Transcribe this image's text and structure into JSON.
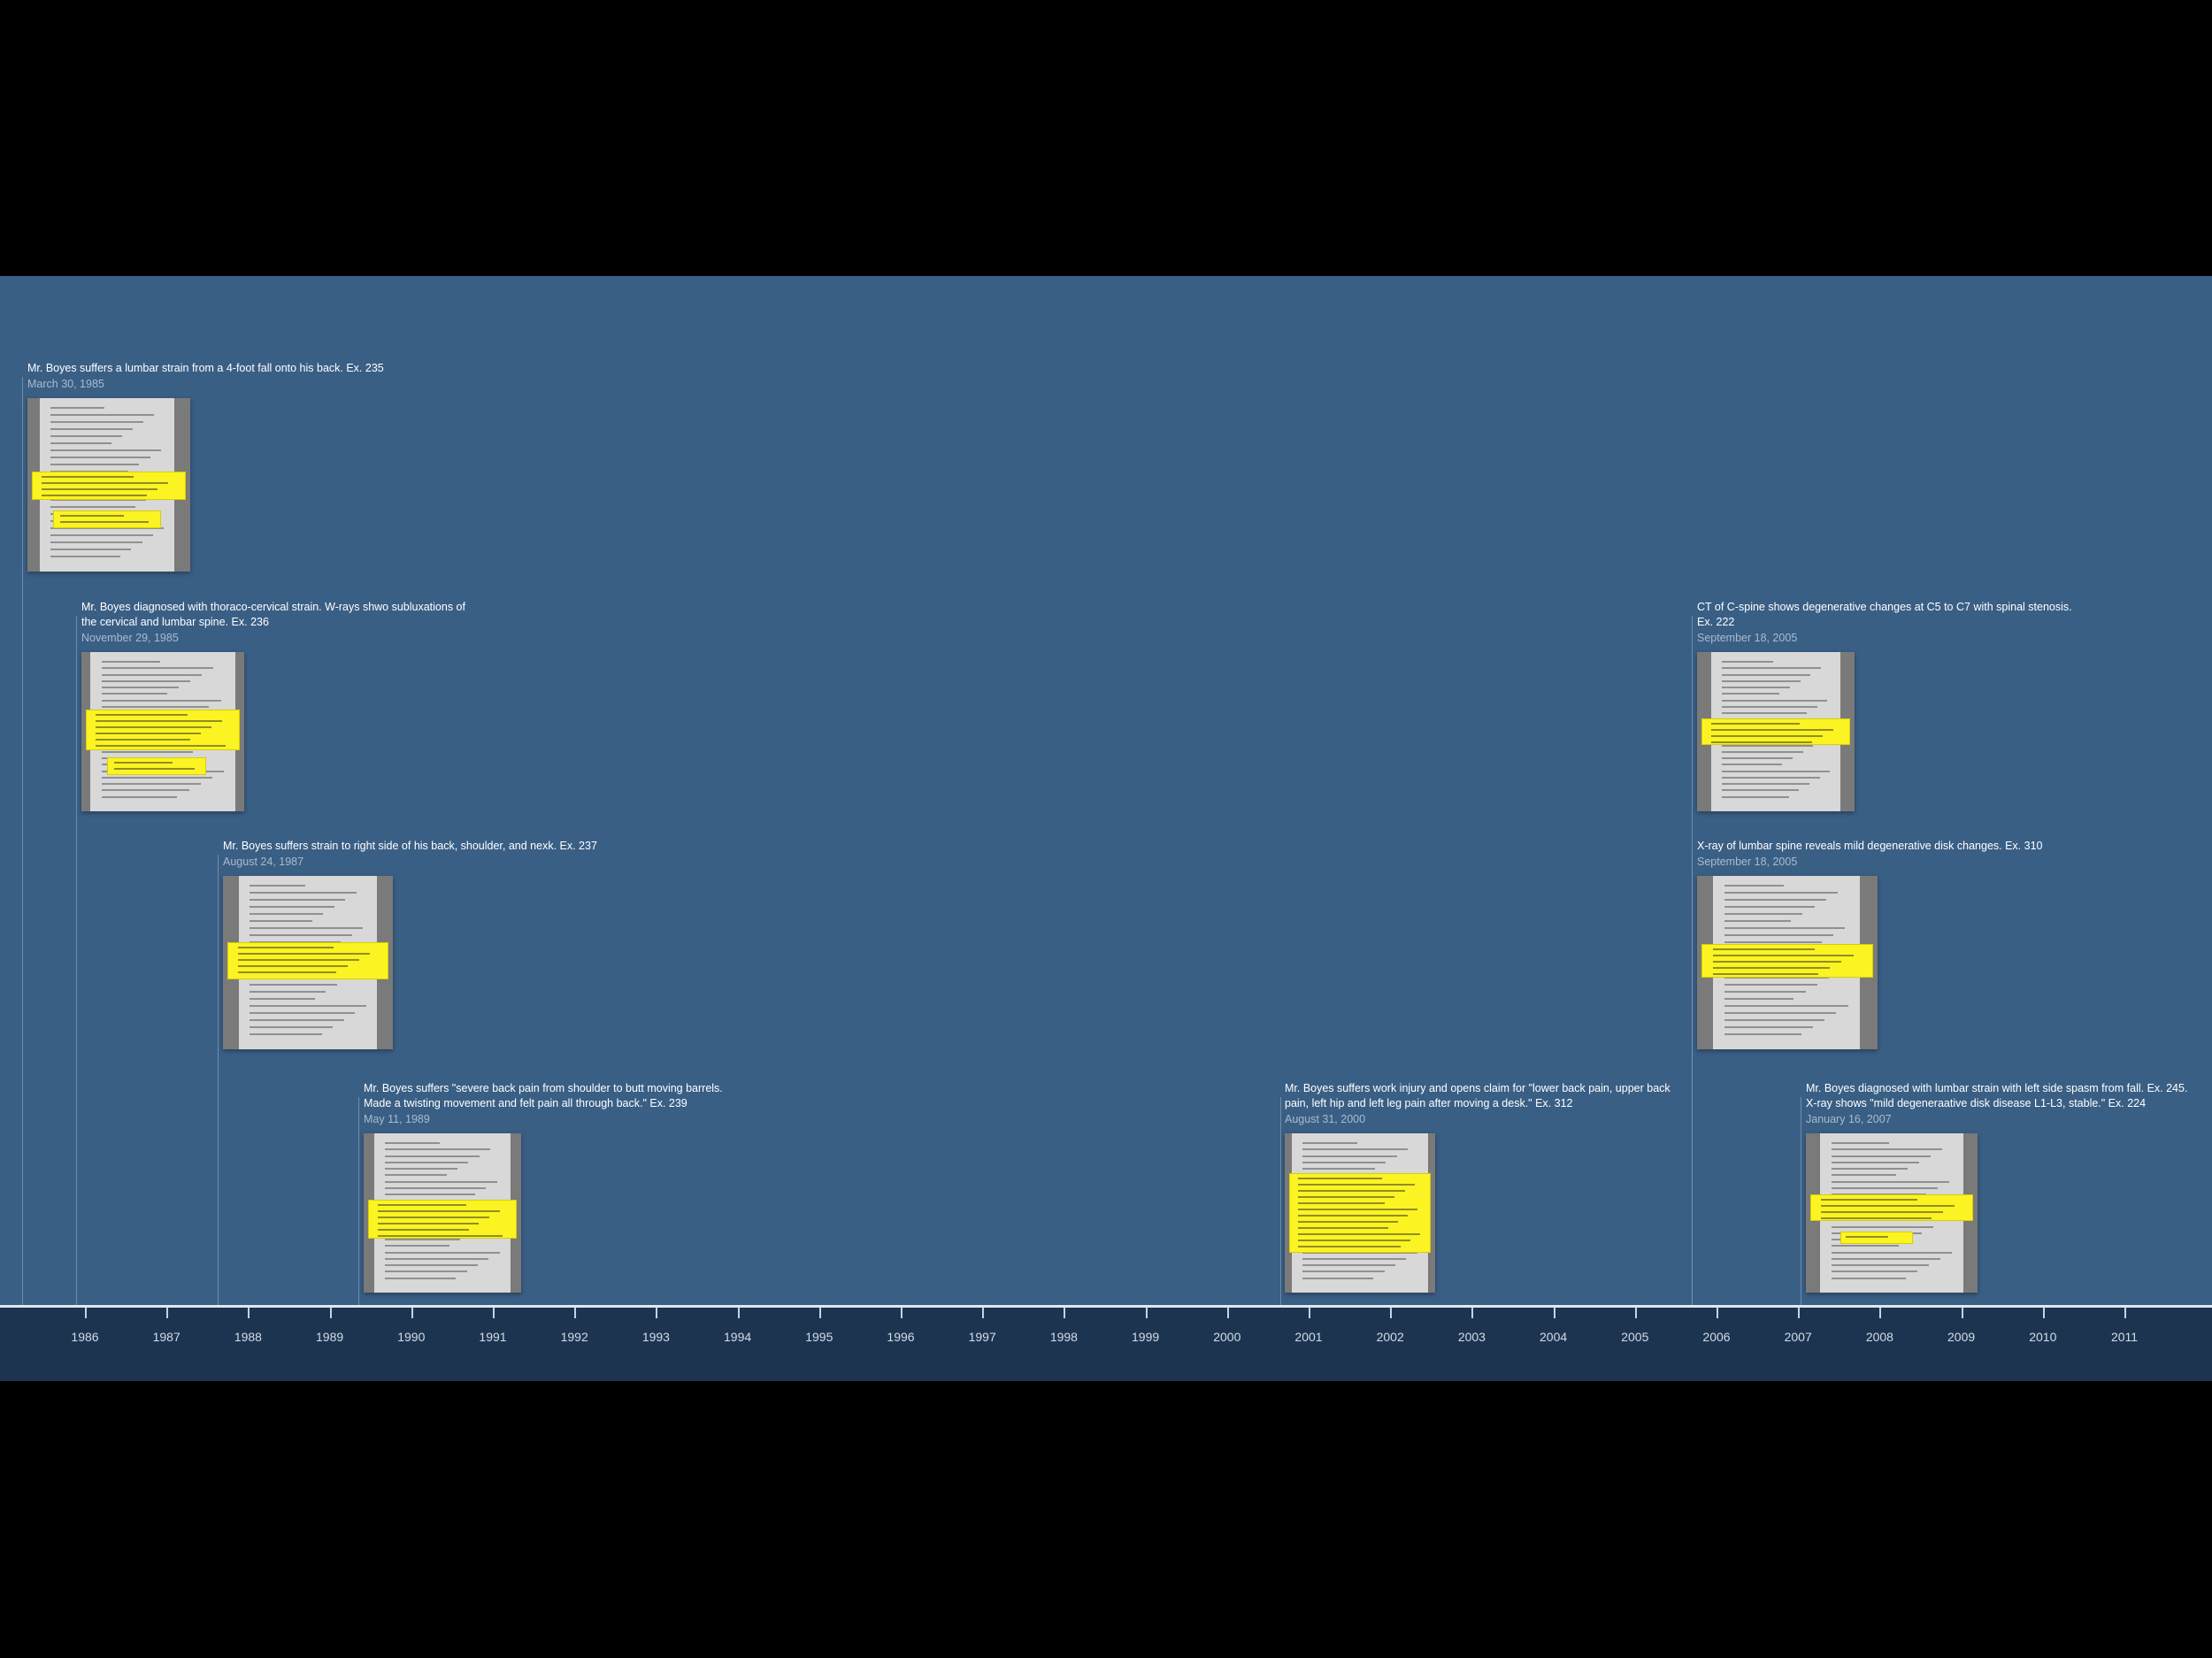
{
  "timeline": {
    "years": [
      "1986",
      "1987",
      "1988",
      "1989",
      "1990",
      "1991",
      "1992",
      "1993",
      "1994",
      "1995",
      "1996",
      "1997",
      "1998",
      "1999",
      "2000",
      "2001",
      "2002",
      "2003",
      "2004",
      "2005",
      "2006",
      "2007",
      "2008",
      "2009",
      "2010",
      "2011"
    ],
    "events": [
      {
        "id": "e1",
        "title": "Mr. Boyes suffers a lumbar strain from a 4-foot fall onto his back.  Ex. 235",
        "date": "March 30, 1985"
      },
      {
        "id": "e2",
        "title": "Mr. Boyes diagnosed with thoraco-cervical strain.  W-rays shwo subluxations of\nthe cervical and lumbar spine. Ex. 236",
        "date": "November 29, 1985"
      },
      {
        "id": "e3",
        "title": "Mr. Boyes suffers strain to right side of his back, shoulder, and nexk.  Ex. 237",
        "date": "August 24, 1987"
      },
      {
        "id": "e4",
        "title": "Mr. Boyes suffers \"severe back pain from shoulder to butt moving barrels.\nMade a twisting movement and felt pain all through back.\"  Ex. 239",
        "date": "May 11, 1989"
      },
      {
        "id": "e5",
        "title": "Mr. Boyes suffers work injury and opens claim for \"lower back pain, upper back\npain, left hip and left leg pain after moving a desk.\"  Ex. 312",
        "date": "August 31, 2000"
      },
      {
        "id": "e6",
        "title": "CT of C-spine shows degenerative changes at C5 to C7 with spinal stenosis.\nEx. 222",
        "date": "September 18, 2005"
      },
      {
        "id": "e7",
        "title": "X-ray of lumbar spine reveals mild degenerative disk changes.  Ex. 310",
        "date": "September 18, 2005"
      },
      {
        "id": "e8",
        "title": "Mr. Boyes diagnosed with lumbar strain with left side spasm from fall.  Ex. 245.\nX-ray shows \"mild degeneraative disk disease L1-L3, stable.\" Ex. 224",
        "date": "January 16, 2007"
      }
    ]
  }
}
